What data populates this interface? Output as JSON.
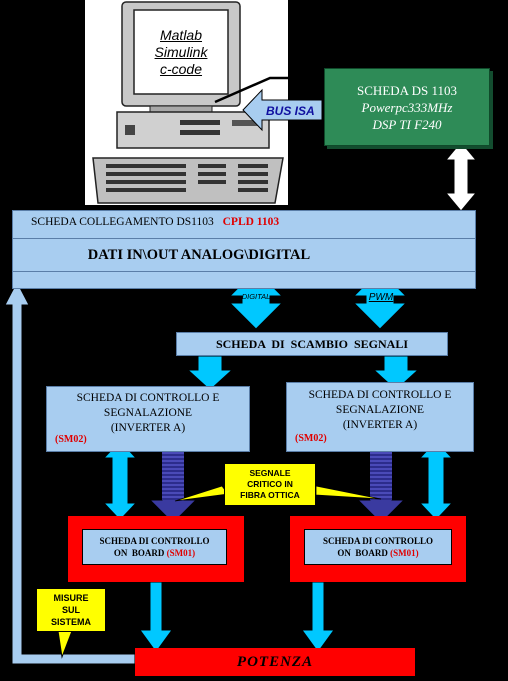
{
  "computer": {
    "screen_line1": "Matlab",
    "screen_line2": "Simulink",
    "screen_line3": "c-code"
  },
  "ds1103": {
    "line1": "SCHEDA DS 1103",
    "line2": "Powerpc333MHz",
    "line3": "DSP TI F240"
  },
  "bus_label": "BUS ISA",
  "collegamento": {
    "label": "SCHEDA COLLEGAMENTO DS1103",
    "cpld": "CPLD 1103",
    "dati": "DATI IN\\OUT ANALOG\\DIGITAL"
  },
  "digital_label": "DIGITAL",
  "pwm_label": "PWM",
  "scambio_label": "SCHEDA  DI  SCAMBIO  SEGNALI",
  "controllo_left": {
    "line1": "SCHEDA DI CONTROLLO E",
    "line2": "SEGNALAZIONE",
    "line3": "(INVERTER A)",
    "tag": "(SM02)"
  },
  "controllo_right": {
    "line1": "SCHEDA DI CONTROLLO E",
    "line2": "SEGNALAZIONE",
    "line3": "(INVERTER A)",
    "tag": "(SM02)"
  },
  "segnale": {
    "line1": "SEGNALE",
    "line2": "CRITICO IN",
    "line3": "FIBRA OTTICA"
  },
  "onboard_left": {
    "line1": "SCHEDA DI CONTROLLO",
    "line2": "ON  BOARD",
    "tag": "(SM01)"
  },
  "onboard_right": {
    "line1": "SCHEDA DI CONTROLLO",
    "line2": "ON  BOARD",
    "tag": "(SM01)"
  },
  "misure": {
    "line1": "MISURE",
    "line2": "SUL",
    "line3": "SISTEMA"
  },
  "potenza_label": "POTENZA",
  "colors": {
    "light_blue": "#a8cdf0",
    "green": "#2e8b57",
    "red": "#ff0000",
    "cyan": "#00c8ff",
    "navy": "#3a3aa0",
    "yellow": "#ffff00"
  }
}
